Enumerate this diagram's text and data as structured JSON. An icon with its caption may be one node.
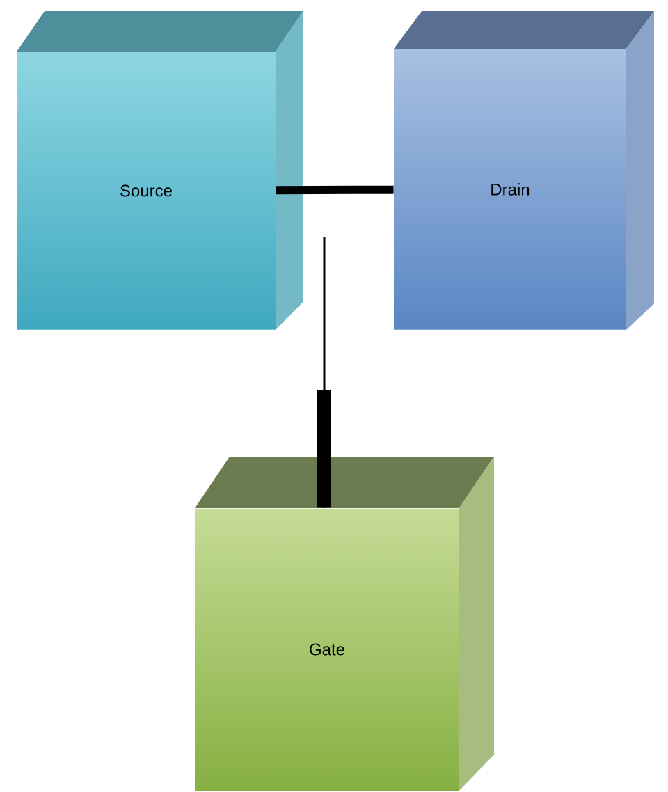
{
  "diagram": {
    "nodes": [
      {
        "text": [
          "Source"
        ]
      },
      {
        "text": [
          "Drain"
        ]
      },
      {
        "text": [
          "Gate"
        ]
      }
    ],
    "edges": [
      {
        "from": 0,
        "to": 1,
        "arrow": "none",
        "style": "thick"
      },
      {
        "from": 2,
        "to": null,
        "arrow": "none"
      }
    ]
  }
}
